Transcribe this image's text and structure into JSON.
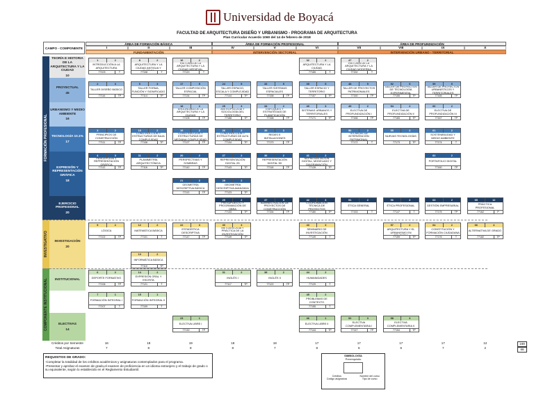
{
  "header": {
    "university": "Universidad de Boyacá",
    "title": "FACULTAD DE ARQUITECTURA DISEÑO Y URBANISMO - PROGRAMA DE ARQUITECTURA",
    "subtitle": "Plan Curricular Acuerdo 1060 del 14 de febrero de 2018"
  },
  "areas": [
    {
      "label": "ÁREA DE FORMACIÓN BÁSICA",
      "sub": "FUNDAMENTACIÓN",
      "color": "#f1f1f1",
      "subcolor": "#f4c99a"
    },
    {
      "label": "ÁREA DE FORMACIÓN PROFESIONAL",
      "sub": "INTERVENCIÓN SECTORIAL",
      "color": "#f1f1f1",
      "subcolor": "#f4a774"
    },
    {
      "label": "ÁREA DE PROFUNDIZACIÓN",
      "sub": "INTERVENCIÓN URBANO - TERRITORIAL",
      "color": "#f1f1f1",
      "subcolor": "#f08b4a"
    }
  ],
  "campo_label": "CAMPO - COMPONENTE",
  "semesters": [
    "I",
    "II",
    "III",
    "IV",
    "V",
    "VI",
    "VII",
    "VIII",
    "IX",
    "X"
  ],
  "bands": [
    {
      "label": "FORMACIÓN PROFESIONAL",
      "color": "#1f3f66"
    },
    {
      "label": "INVESTIGATIVO",
      "color": "#e8c451"
    },
    {
      "label": "COMPONENTE INSTITUCIONAL",
      "color": "#5d9f4e"
    }
  ],
  "components": [
    {
      "name": "TEORÍA E HISTORIA DE LA ARQUITECTURA Y LA CIUDAD",
      "credits": "10",
      "color": "#e6e6e6"
    },
    {
      "name": "PROYECTUAL",
      "credits": "45",
      "color": "#8db3dc"
    },
    {
      "name": "URBANISMO Y MEDIO AMBIENTE",
      "credits": "16",
      "color": "#a9c7e8"
    },
    {
      "name": "TECNOLOGÍA 10.1%",
      "credits": "17",
      "color": "#3f78b5"
    },
    {
      "name": "EXPRESIÓN Y REPRESENTACIÓN GRÁFICA",
      "credits": "18",
      "color": "#2b5e97"
    },
    {
      "name": "EJERCICIO PROFESIONAL",
      "credits": "20",
      "color": "#1f3f66"
    },
    {
      "name": "INVESTIGACIÓN",
      "credits": "20",
      "color": "#f3dc8a"
    },
    {
      "name": "INSTITUCIONAL",
      "credits": "",
      "color": "#c9e2b9"
    },
    {
      "name": "ELECTIVAS",
      "credits": "14",
      "color": "#b7d7a2"
    }
  ],
  "courses": [
    {
      "sem": 0,
      "row": 0,
      "n": "1",
      "c": "2",
      "name": "INTRODUCCIÓN A LA ARQUITECTURA",
      "code": "77103",
      "tp": "T",
      "hc": "#e6e6e6"
    },
    {
      "sem": 1,
      "row": 0,
      "n": "8",
      "c": "2",
      "name": "HISTORIA DE LA ARQUITECTURA Y LA CIUDAD ANTIGUA Y CLÁSICA",
      "code": "77108",
      "tp": "T",
      "hc": "#e6e6e6"
    },
    {
      "sem": 2,
      "row": 0,
      "n": "16",
      "c": "2",
      "name": "HISTORIA DE LA ARQUITECTURA Y LA CIUDAD MEDIEVAL",
      "code": "77120",
      "tp": "T",
      "hc": "#e6e6e6"
    },
    {
      "sem": 5,
      "row": 0,
      "n": "32",
      "c": "2",
      "name": "HISTORIA DE LA ARQUITECTURA Y LA CIUDAD HISPANOAMERICANA",
      "code": "77165",
      "tp": "T",
      "hc": "#e6e6e6"
    },
    {
      "sem": 6,
      "row": 0,
      "n": "47",
      "c": "2",
      "name": "HISTORIA DE LA ARQUITECTURA Y LA CIUDAD MODERNA",
      "code": "77152",
      "tp": "T",
      "hc": "#e6e6e6"
    },
    {
      "sem": 0,
      "row": 1,
      "n": "2",
      "c": "3",
      "name": "TALLER DISEÑO BÁSICO",
      "code": "77116",
      "tp": "TP",
      "hc": "#8db3dc"
    },
    {
      "sem": 1,
      "row": 1,
      "n": "9",
      "c": "3",
      "name": "TALLER FORMA, FUNCIÓN Y SIGNIFICADO",
      "code": "77114",
      "tp": "TP",
      "hc": "#8db3dc"
    },
    {
      "sem": 2,
      "row": 1,
      "n": "17",
      "c": "5",
      "name": "TALLER COMPOSICIÓN ESPACIAL",
      "code": "77134",
      "tp": "TP",
      "hc": "#8db3dc"
    },
    {
      "sem": 3,
      "row": 1,
      "n": "24",
      "c": "5",
      "name": "TALLER ESPACIO, ESCALA Y COMPLEJIDAD",
      "code": "77144",
      "tp": "TP",
      "hc": "#8db3dc"
    },
    {
      "sem": 4,
      "row": 1,
      "n": "33",
      "c": "5",
      "name": "TALLER SISTEMAS ESPACIALES",
      "code": "77158",
      "tp": "TP",
      "hc": "#8db3dc"
    },
    {
      "sem": 5,
      "row": 1,
      "n": "39",
      "c": "5",
      "name": "TALLER ESPACIO Y TERRITORIO",
      "code": "77157",
      "tp": "TP",
      "hc": "#8db3dc"
    },
    {
      "sem": 6,
      "row": 1,
      "n": "48",
      "c": "5",
      "name": "TALLER DE PROYECTOS PATRIMONIALES",
      "code": "77150",
      "tp": "TP",
      "hc": "#8db3dc"
    },
    {
      "sem": 7,
      "row": 1,
      "n": "52",
      "c": "5",
      "name": "TALLER DE PROYECTOS DE TECNOLOGÍA EXPERIMENTAL",
      "code": "77155",
      "tp": "TP",
      "hc": "#8db3dc"
    },
    {
      "sem": 8,
      "row": 1,
      "n": "59",
      "c": "5",
      "name": "TALLER DE PROYECTOS URBANÍSTICOS Y TERRITORIALES",
      "code": "77165",
      "tp": "TP",
      "hc": "#8db3dc"
    },
    {
      "sem": 2,
      "row": 2,
      "n": "18",
      "c": "2",
      "name": "ERGONOMÍA DE LA ARQUITECTURA Y LA CIUDAD",
      "code": "77105",
      "tp": "TP",
      "hc": "#a9c7e8"
    },
    {
      "sem": 3,
      "row": 2,
      "n": "25",
      "c": "3",
      "name": "ANTROPOLOGÍA Y SOCIOLOGÍA DEL TERRITORIO",
      "code": "77188",
      "tp": "TP",
      "hc": "#a9c7e8"
    },
    {
      "sem": 4,
      "row": 2,
      "n": "34",
      "c": "2",
      "name": "ENFOQUES Y ESTRATEGIAS DE PLANIFICACIÓN",
      "code": "77168",
      "tp": "TP",
      "hc": "#a9c7e8"
    },
    {
      "sem": 5,
      "row": 2,
      "n": "40",
      "c": "3",
      "name": "SISTEMAS URBANOS Y TERRITORIALES",
      "code": "77171",
      "tp": "TP",
      "hc": "#a9c7e8"
    },
    {
      "sem": 6,
      "row": 2,
      "n": "49",
      "c": "2",
      "name": "ELECTIVA DE PROFUNDIZACIÓN I",
      "code": "77166",
      "tp": "TP",
      "hc": "#a9c7e8"
    },
    {
      "sem": 7,
      "row": 2,
      "n": "54",
      "c": "2",
      "name": "ELECTIVA DE PROFUNDIZACIÓN II",
      "code": "77165",
      "tp": "TP",
      "hc": "#a9c7e8"
    },
    {
      "sem": 8,
      "row": 2,
      "n": "60",
      "c": "2",
      "name": "ELECTIVA DE PROFUNDIZACIÓN III",
      "code": "77167",
      "tp": "TP",
      "hc": "#a9c7e8"
    },
    {
      "sem": 0,
      "row": 3,
      "n": "3",
      "c": "2",
      "name": "PRINCIPIOS DE CONSTRUCCIÓN",
      "code": "77111",
      "tp": "TP",
      "hc": "#3f78b5"
    },
    {
      "sem": 1,
      "row": 3,
      "n": "10",
      "c": "2",
      "name": "CONSTRUCCIÓN Y ESTRUCTURAS DE BAJA COMPLEJIDAD",
      "code": "77108",
      "tp": "TP",
      "hc": "#3f78b5"
    },
    {
      "sem": 2,
      "row": 3,
      "n": "19",
      "c": "2",
      "name": "CONSTRUCCIÓN Y ESTRUCTURAS DE MEDIANA COMPLEJIDAD",
      "code": "77127",
      "tp": "TP",
      "hc": "#3f78b5"
    },
    {
      "sem": 3,
      "row": 3,
      "n": "26",
      "c": "2",
      "name": "CONSTRUCCIÓN Y ESTRUCTURAS DE ALTA COMPLEJIDAD",
      "code": "77134",
      "tp": "TP",
      "hc": "#3f78b5"
    },
    {
      "sem": 4,
      "row": 3,
      "n": "35",
      "c": "3",
      "name": "REDES E INSTALACIONES",
      "code": "77170",
      "tp": "TP",
      "hc": "#3f78b5"
    },
    {
      "sem": 6,
      "row": 3,
      "n": "50",
      "c": "2",
      "name": "TÉCNICAS DE INTERVENCIÓN PATRIMONIAL",
      "code": "77172",
      "tp": "T",
      "hc": "#3f78b5"
    },
    {
      "sem": 7,
      "row": 3,
      "n": "55",
      "c": "2",
      "name": "NUEVAS TECNOLOGÍAS",
      "code": "77173",
      "tp": "TP",
      "hc": "#3f78b5"
    },
    {
      "sem": 8,
      "row": 3,
      "n": "61",
      "c": "2",
      "name": "SOSTENIBILIDAD Y MEDIO AMBIENTE",
      "code": "77174",
      "tp": "T",
      "hc": "#3f78b5"
    },
    {
      "sem": 0,
      "row": 4,
      "n": "4",
      "c": "3",
      "name": "PERCEPCIÓN Y REPRESENTACIÓN GRÁFICA",
      "code": "77112",
      "tp": "TP",
      "hc": "#2b5e97"
    },
    {
      "sem": 1,
      "row": 4,
      "n": "11",
      "c": "2",
      "name": "PLANIMETRÍA ARQUITECTÓNICA",
      "code": "77116",
      "tp": "TP",
      "hc": "#2b5e97"
    },
    {
      "sem": 2,
      "row": 4,
      "n": "20",
      "c": "2",
      "name": "PERSPECTIVAS Y SOMBRAS",
      "code": "77142",
      "tp": "TP",
      "hc": "#2b5e97"
    },
    {
      "sem": 3,
      "row": 4,
      "n": "27",
      "c": "2",
      "name": "REPRESENTACIÓN DIGITAL 2D",
      "code": "77143",
      "tp": "TP",
      "hc": "#2b5e97"
    },
    {
      "sem": 4,
      "row": 4,
      "n": "36",
      "c": "2",
      "name": "REPRESENTACIÓN DIGITAL 3D",
      "code": "77118",
      "tp": "TP",
      "hc": "#2b5e97"
    },
    {
      "sem": 5,
      "row": 4,
      "n": "41",
      "c": "2",
      "name": "REPRESENTACIÓN DIGITAL, MODELADO Y DIAGRAMACIÓN",
      "code": "77128",
      "tp": "TP",
      "hc": "#2b5e97"
    },
    {
      "sem": 8,
      "row": 4,
      "n": "62",
      "c": "2",
      "name": "PORTAFOLIO DIGITAL",
      "code": "77160",
      "tp": "TP",
      "hc": "#2b5e97"
    },
    {
      "sem": 2,
      "row": 5,
      "n": "21",
      "c": "2",
      "name": "GEOMETRÍA DESCRIPTIVA BÁSICA",
      "code": "77113",
      "tp": "TP",
      "hc": "#2b5e97"
    },
    {
      "sem": 3,
      "row": 5,
      "n": "28",
      "c": "2",
      "name": "GEOMETRÍA DESCRIPTIVA AVANZADA",
      "code": "77123",
      "tp": "TP",
      "hc": "#2b5e97"
    },
    {
      "sem": 3,
      "row": 6,
      "n": "29",
      "c": "2",
      "name": "PRESUPUESTO Y PROGRAMACIÓN DE OBRA",
      "code": "77133",
      "tp": "TP",
      "hc": "#1f3f66"
    },
    {
      "sem": 4,
      "row": 6,
      "n": "37",
      "c": "3",
      "name": "ADMINISTRACIÓN DE PROYECTOS DE CONSTRUCCIÓN",
      "code": "77154",
      "tp": "TP",
      "hc": "#1f3f66"
    },
    {
      "sem": 5,
      "row": 6,
      "n": "42",
      "c": "3",
      "name": "COORDINACIÓN TÉCNICA DE PROYECTOS",
      "code": "77180",
      "tp": "TP",
      "hc": "#1f3f66"
    },
    {
      "sem": 6,
      "row": 6,
      "n": "51",
      "c": "2",
      "name": "ÉTICA GENERAL",
      "code": "77153",
      "tp": "T",
      "hc": "#1f3f66"
    },
    {
      "sem": 7,
      "row": 6,
      "n": "56",
      "c": "2",
      "name": "ÉTICA PROFESIONAL",
      "code": "77147",
      "tp": "T",
      "hc": "#1f3f66"
    },
    {
      "sem": 8,
      "row": 6,
      "n": "63",
      "c": "2",
      "name": "GESTIÓN EMPRESARIAL",
      "code": "77175",
      "tp": "TP",
      "hc": "#1f3f66"
    },
    {
      "sem": 9,
      "row": 6,
      "n": "65",
      "c": "12",
      "name": "PRÁCTICA PROFESIONAL",
      "code": "77162",
      "tp": "P",
      "hc": "#1f3f66"
    },
    {
      "sem": 0,
      "row": 7,
      "n": "5",
      "c": "2",
      "name": "LÓGICA",
      "code": "77102",
      "tp": "TP",
      "hc": "#f3dc8a"
    },
    {
      "sem": 1,
      "row": 7,
      "n": "12",
      "c": "2",
      "name": "MATEMÁTICA BÁSICA",
      "code": "77101",
      "tp": "T",
      "hc": "#f3dc8a"
    },
    {
      "sem": 2,
      "row": 7,
      "n": "22",
      "c": "3",
      "name": "ESTADÍSTICA DESCRIPTIVA",
      "code": "77147",
      "tp": "TP",
      "hc": "#f3dc8a"
    },
    {
      "sem": 3,
      "row": 7,
      "n": "30",
      "c": "3",
      "name": "METODOLOGÍA Y PRÁCTICA DE LA INVESTIGACIÓN",
      "code": "77149",
      "tp": "TP",
      "hc": "#f3dc8a"
    },
    {
      "sem": 5,
      "row": 7,
      "n": "43",
      "c": "3",
      "name": "SEMINARIO DE INVESTIGACIÓN",
      "code": "77149",
      "tp": "T",
      "hc": "#f3dc8a"
    },
    {
      "sem": 7,
      "row": 7,
      "n": "57",
      "c": "2",
      "name": "INVESTIGACIÓN EN ARQUITECTURA Y EL URBANISMO EN COLOMBIA",
      "code": "77159",
      "tp": "TP",
      "hc": "#f3dc8a"
    },
    {
      "sem": 8,
      "row": 7,
      "n": "64",
      "c": "2",
      "name": "CONSTITUCIÓN Y FORMACIÓN CIUDADANA",
      "code": "77176",
      "tp": "T",
      "hc": "#f3dc8a"
    },
    {
      "sem": 9,
      "row": 7,
      "n": "66",
      "c": "4",
      "name": "ALTERNATIVA DE GRADO",
      "code": "77182",
      "tp": "TP",
      "hc": "#f3dc8a"
    },
    {
      "sem": 1,
      "row": 8,
      "n": "13",
      "c": "2",
      "name": "INFORMÁTICA BÁSICA",
      "code": "77110",
      "tp": "TP",
      "hc": "#f3dc8a"
    },
    {
      "sem": 0,
      "row": 9,
      "n": "6",
      "c": "2",
      "name": "DEPORTE FORMATIVO",
      "code": "77106",
      "tp": "TP",
      "hc": "#c9e2b9"
    },
    {
      "sem": 1,
      "row": 9,
      "n": "14",
      "c": "2",
      "name": "EXPRESIÓN ORAL Y ESCRITA",
      "code": "77121",
      "tp": "T",
      "hc": "#c9e2b9"
    },
    {
      "sem": 3,
      "row": 9,
      "n": "31",
      "c": "2",
      "name": "INGLÉS I",
      "code": "77117",
      "tp": "TP",
      "hc": "#c9e2b9"
    },
    {
      "sem": 4,
      "row": 9,
      "n": "38",
      "c": "2",
      "name": "INGLÉS II",
      "code": "77122",
      "tp": "TP",
      "hc": "#c9e2b9"
    },
    {
      "sem": 5,
      "row": 9,
      "n": "44",
      "c": "2",
      "name": "HUMANIDADES",
      "code": "77129",
      "tp": "T",
      "hc": "#c9e2b9"
    },
    {
      "sem": 0,
      "row": 10,
      "n": "7",
      "c": "1",
      "name": "FORMACIÓN INTEGRAL I",
      "code": "77107",
      "tp": "T",
      "hc": "#c9e2b9"
    },
    {
      "sem": 1,
      "row": 10,
      "n": "15",
      "c": "1",
      "name": "FORMACIÓN INTEGRAL II",
      "code": "77109",
      "tp": "T",
      "hc": "#c9e2b9"
    },
    {
      "sem": 5,
      "row": 10,
      "n": "45",
      "c": "2",
      "name": "PROBLEMAS DE CONTEXTO",
      "code": "77155",
      "tp": "T",
      "hc": "#c9e2b9"
    },
    {
      "sem": 2,
      "row": 11,
      "n": "23",
      "c": "1",
      "name": "ELECTIVA LIBRE I",
      "code": "77130",
      "tp": "TP",
      "hc": "#b7d7a2"
    },
    {
      "sem": 5,
      "row": 11,
      "n": "46",
      "c": "1",
      "name": "ELECTIVA LIBRE II",
      "code": "77144",
      "tp": "TP",
      "hc": "#b7d7a2"
    },
    {
      "sem": 6,
      "row": 11,
      "n": "52",
      "c": "3",
      "name": "ELECTIVA COMPLEMENTARIA I",
      "code": "77147",
      "tp": "TP",
      "hc": "#b7d7a2"
    },
    {
      "sem": 7,
      "row": 11,
      "n": "58",
      "c": "3",
      "name": "ELECTIVA COMPLEMENTARIA II",
      "code": "77154",
      "tp": "TP",
      "hc": "#b7d7a2"
    }
  ],
  "totals": {
    "credits_label": "Créditos por Semestre",
    "subjects_label": "Total Asignaturas",
    "credits": [
      "16",
      "18",
      "19",
      "18",
      "18",
      "17",
      "17",
      "17",
      "17",
      "12"
    ],
    "subjects": [
      "7",
      "8",
      "8",
      "8",
      "7",
      "8",
      "6",
      "6",
      "7",
      "2"
    ],
    "grand_credits": "169",
    "grand_subjects": "66"
  },
  "requirements": {
    "title": "REQUISITOS DE GRADO:",
    "lines": [
      "-Completar la totalidad de los créditos académicos y asignaturas contemplados para el programa.",
      "-Presentar y aprobar el examen de grado,el examen de proficiencia en un idioma extranjero y el trabajo de grado o su equivalente, según lo establecido en el Reglamento Estudiantil."
    ]
  },
  "symbology": {
    "title": "SIMBOLOGÍA",
    "subtitle": "Prerrequisito",
    "labels": [
      "Créditos",
      "Nombre del curso",
      "Código asignatura",
      "Tipo de curso"
    ]
  }
}
